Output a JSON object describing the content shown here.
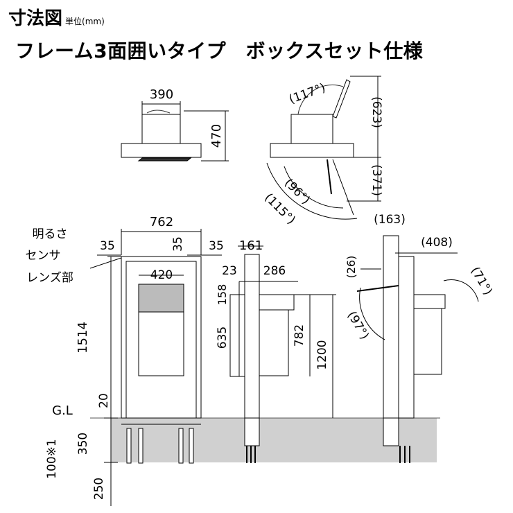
{
  "header": {
    "title": "寸法図",
    "unit": "単位(mm)"
  },
  "subtitle": "フレーム3面囲いタイプ　ボックスセット仕様",
  "sensor_label": [
    "明るさ",
    "センサ",
    "レンズ部"
  ],
  "gl_label": "G.L",
  "dims": {
    "top_width": "390",
    "top_height": "470",
    "side_lid_angle": "(117°)",
    "side_height": "(623)",
    "side_drop": "(371)",
    "side_arc_inner": "(96°)",
    "side_arc_outer": "(115°)",
    "front_width": "762",
    "front_left_margin": "35",
    "front_mid_margin": "35",
    "front_right_margin": "35",
    "front_box_width": "420",
    "front_height": "1514",
    "front_base": "20",
    "front_bury": "350",
    "front_bury_note": "100※1",
    "front_bottom": "250",
    "side_pole": "161",
    "side_offset": "23",
    "side_box_depth": "286",
    "side_top_h": "158",
    "side_box_h": "635",
    "side_mid_h": "782",
    "side_total_h": "1200",
    "right_pole": "(163)",
    "right_depth": "(408)",
    "right_lid_small": "(26)",
    "right_angle_a": "(71°)",
    "right_angle_b": "(97°)"
  }
}
